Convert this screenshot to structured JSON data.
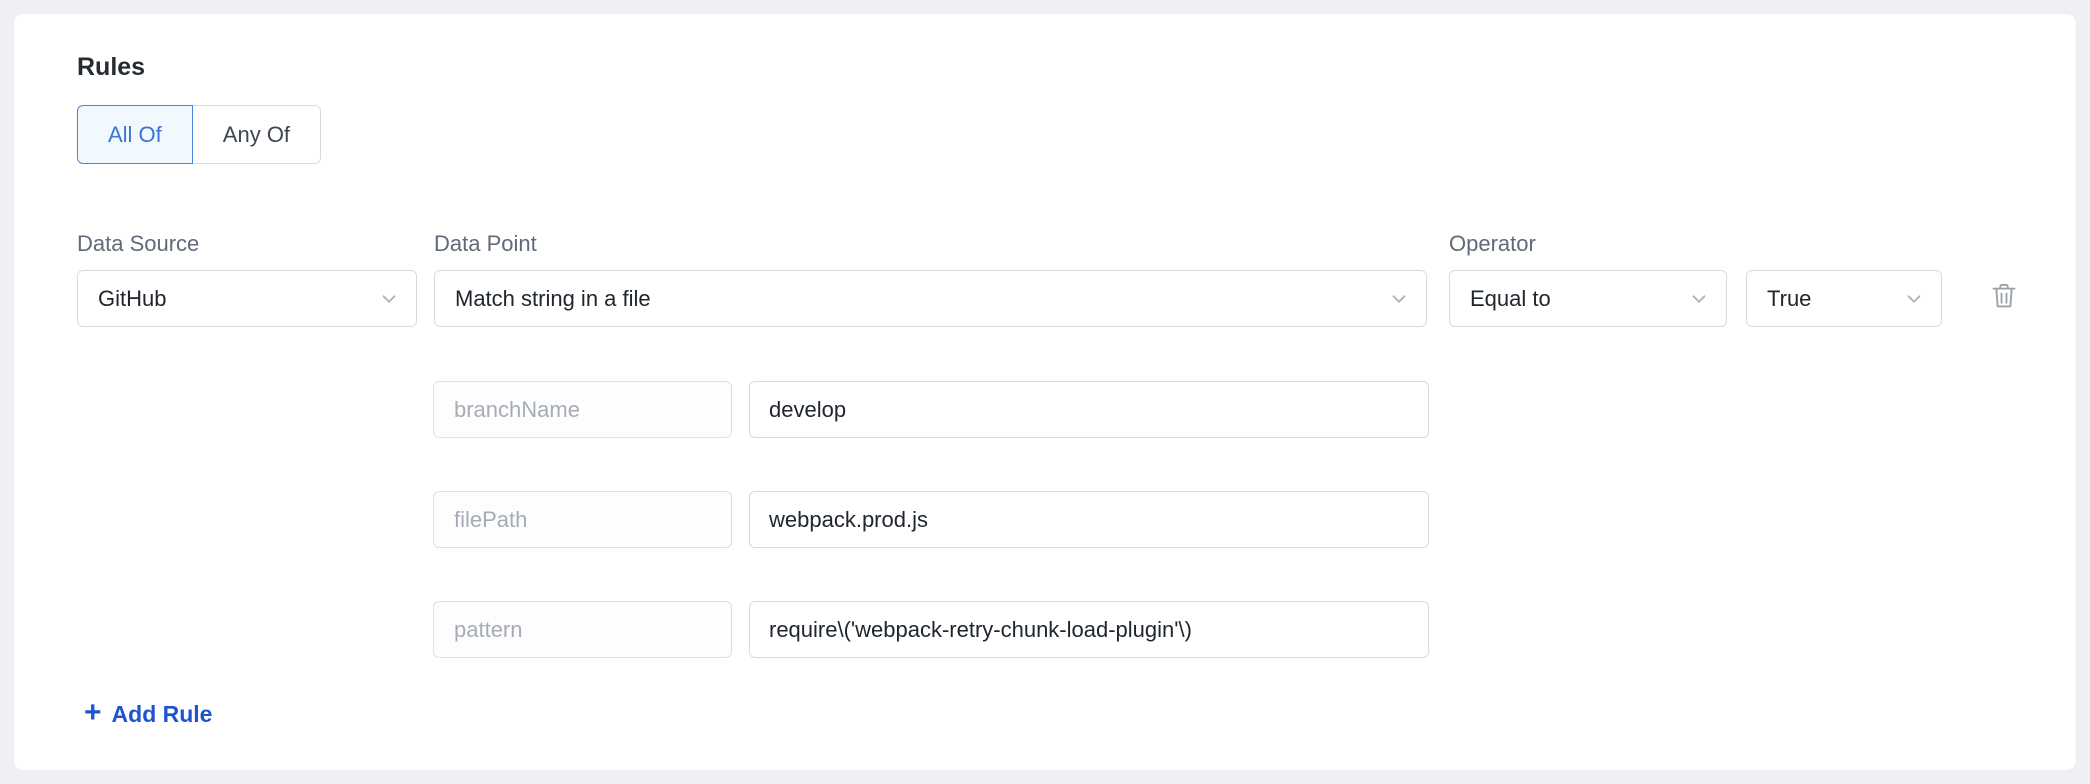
{
  "panel": {
    "title": "Rules",
    "match_modes": [
      {
        "label": "All Of",
        "selected": true
      },
      {
        "label": "Any Of",
        "selected": false
      }
    ]
  },
  "rule": {
    "data_source": {
      "label": "Data Source",
      "value": "GitHub"
    },
    "data_point": {
      "label": "Data Point",
      "value": "Match string in a file"
    },
    "operator": {
      "label": "Operator",
      "value": "Equal to"
    },
    "expected": {
      "value": "True"
    },
    "params": [
      {
        "key": "branchName",
        "value": "develop"
      },
      {
        "key": "filePath",
        "value": "webpack.prod.js"
      },
      {
        "key": "pattern",
        "value": "require\\('webpack-retry-chunk-load-plugin'\\)"
      }
    ]
  },
  "actions": {
    "add_rule_label": "Add Rule",
    "add_rule_icon": "+"
  },
  "colors": {
    "accent_blue": "#3a76d8",
    "selected_segment_bg": "#f1f8fe",
    "link_blue": "#1d55d0",
    "border": "#d7dbe1",
    "muted_text": "#a6acb5",
    "label_text": "#606a78"
  }
}
